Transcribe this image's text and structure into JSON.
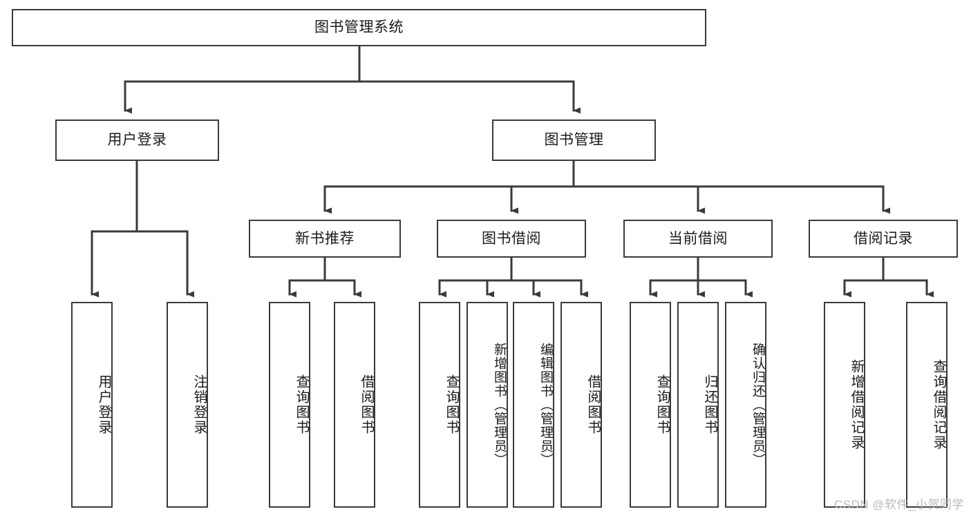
{
  "diagram": {
    "title": "图书管理系统",
    "type": "tree-hierarchy-chart",
    "background_color": "#ffffff",
    "line_color": "#3a3a3a",
    "text_color": "#1b1b1b"
  },
  "root": {
    "label": "图书管理系统"
  },
  "level2": [
    {
      "label": "用户登录"
    },
    {
      "label": "图书管理"
    }
  ],
  "level3": [
    {
      "label": "新书推荐"
    },
    {
      "label": "图书借阅"
    },
    {
      "label": "当前借阅"
    },
    {
      "label": "借阅记录"
    }
  ],
  "leaves": {
    "user_login": [
      {
        "label": "用户登录"
      },
      {
        "label": "注销登录"
      }
    ],
    "new_book_recommend": [
      {
        "label": "查询图书"
      },
      {
        "label": "借阅图书"
      }
    ],
    "book_borrow": [
      {
        "label": "查询图书"
      },
      {
        "label": "新增图书（管理员）"
      },
      {
        "label": "编辑图书（管理员）"
      },
      {
        "label": "借阅图书"
      }
    ],
    "current_borrow": [
      {
        "label": "查询图书"
      },
      {
        "label": "归还图书"
      },
      {
        "label": "确认归还（管理员）"
      }
    ],
    "borrow_record": [
      {
        "label": "新增借阅记录"
      },
      {
        "label": "查询借阅记录"
      }
    ]
  },
  "watermark": {
    "text": "CSDN @软件_小贺同学"
  }
}
